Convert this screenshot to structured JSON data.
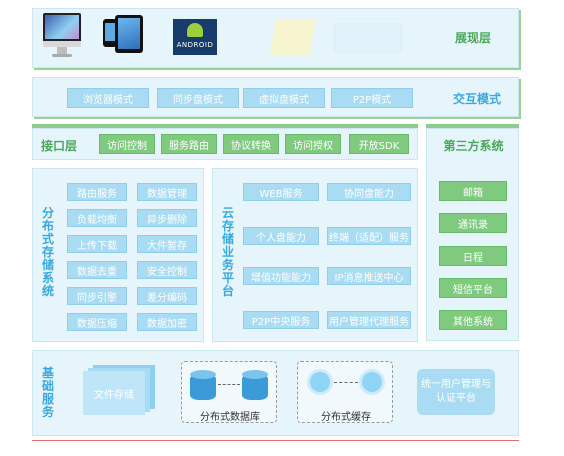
{
  "presentation": {
    "title": "展现层",
    "devices": [
      {
        "name": "imac-icon"
      },
      {
        "name": "ipad-iphone-icon"
      },
      {
        "name": "android-icon",
        "text": "ANDROID"
      }
    ]
  },
  "interaction": {
    "title": "交互模式",
    "modes": [
      "浏览器模式",
      "同步盘模式",
      "虚拟盘模式",
      "P2P模式"
    ]
  },
  "interface": {
    "title": "接口层",
    "items": [
      "访问控制",
      "服务路由",
      "协议转换",
      "访问授权",
      "开放SDK"
    ]
  },
  "third_party": {
    "title": "第三方系统",
    "items": [
      "邮箱",
      "通讯录",
      "日程",
      "短信平台",
      "其他系统"
    ]
  },
  "distributed_storage": {
    "title": "分布式存储系统",
    "items": [
      "路由服务",
      "数据管理",
      "负载均衡",
      "异步删除",
      "上传下载",
      "大件暂存",
      "数据去重",
      "安全控制",
      "同步引擎",
      "差分编码",
      "数据压缩",
      "数据加密"
    ]
  },
  "cloud_platform": {
    "title": "云存储业务平台",
    "items": [
      "WEB服务",
      "协同盘能力",
      "个人盘能力",
      "终端（适配）服务",
      "增值功能能力",
      "IP消息推送中心",
      "P2P中央服务",
      "用户管理代理服务"
    ]
  },
  "base_services": {
    "title": "基础服务",
    "file_storage": "文件存储",
    "distributed_db": "分布式数据库",
    "distributed_cache": "分布式缓存",
    "auth_platform": "统一用户管理与认证平台"
  },
  "colors": {
    "accent_blue": "#39a9dd",
    "box_blue": "#a9dcf2",
    "green": "#8fcb8f",
    "layer_bg": "#e6f5fb"
  }
}
